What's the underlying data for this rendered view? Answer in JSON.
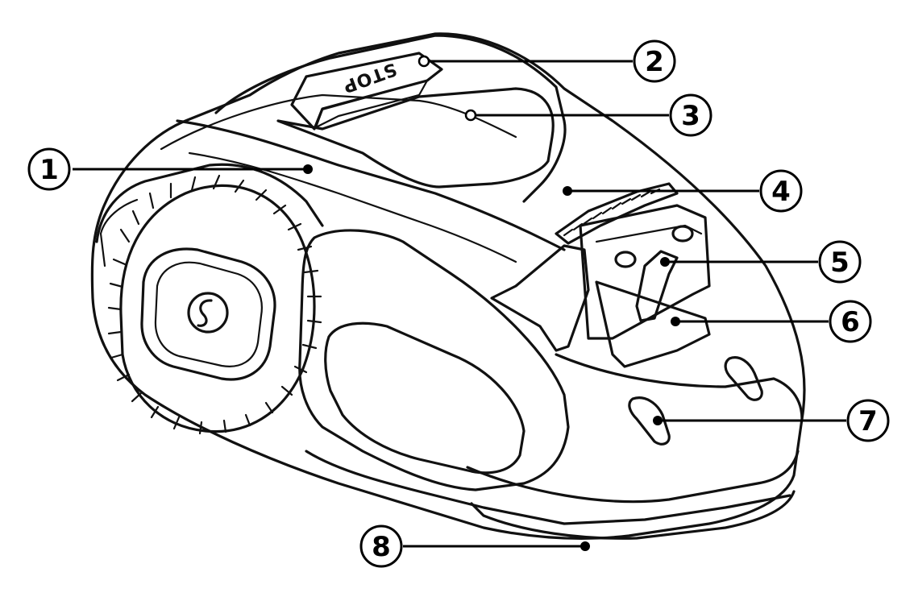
{
  "diagram": {
    "stop_button_label": "STOP",
    "callouts": [
      {
        "id": 1,
        "label": "1"
      },
      {
        "id": 2,
        "label": "2"
      },
      {
        "id": 3,
        "label": "3"
      },
      {
        "id": 4,
        "label": "4"
      },
      {
        "id": 5,
        "label": "5"
      },
      {
        "id": 6,
        "label": "6"
      },
      {
        "id": 7,
        "label": "7"
      },
      {
        "id": 8,
        "label": "8"
      }
    ]
  }
}
